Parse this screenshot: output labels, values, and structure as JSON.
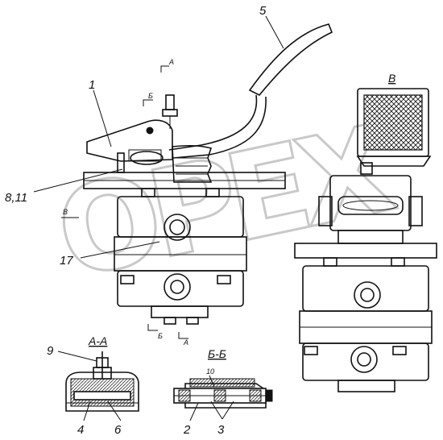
{
  "watermark": "OPEX",
  "section_labels": {
    "view_v": "В",
    "section_aa": "А-А",
    "section_bb": "Б-Б",
    "cut_a": "А",
    "cut_b": "Б",
    "view_arrow": "В"
  },
  "callouts": {
    "c1": "1",
    "c5": "5",
    "c811": "8,11",
    "c17": "17",
    "c9": "9",
    "c4": "4",
    "c6": "6",
    "c2": "2",
    "c3": "3",
    "c10": "10"
  },
  "colors": {
    "ink": "#111111",
    "watermark": "#c9c9c9",
    "paper": "#ffffff"
  }
}
